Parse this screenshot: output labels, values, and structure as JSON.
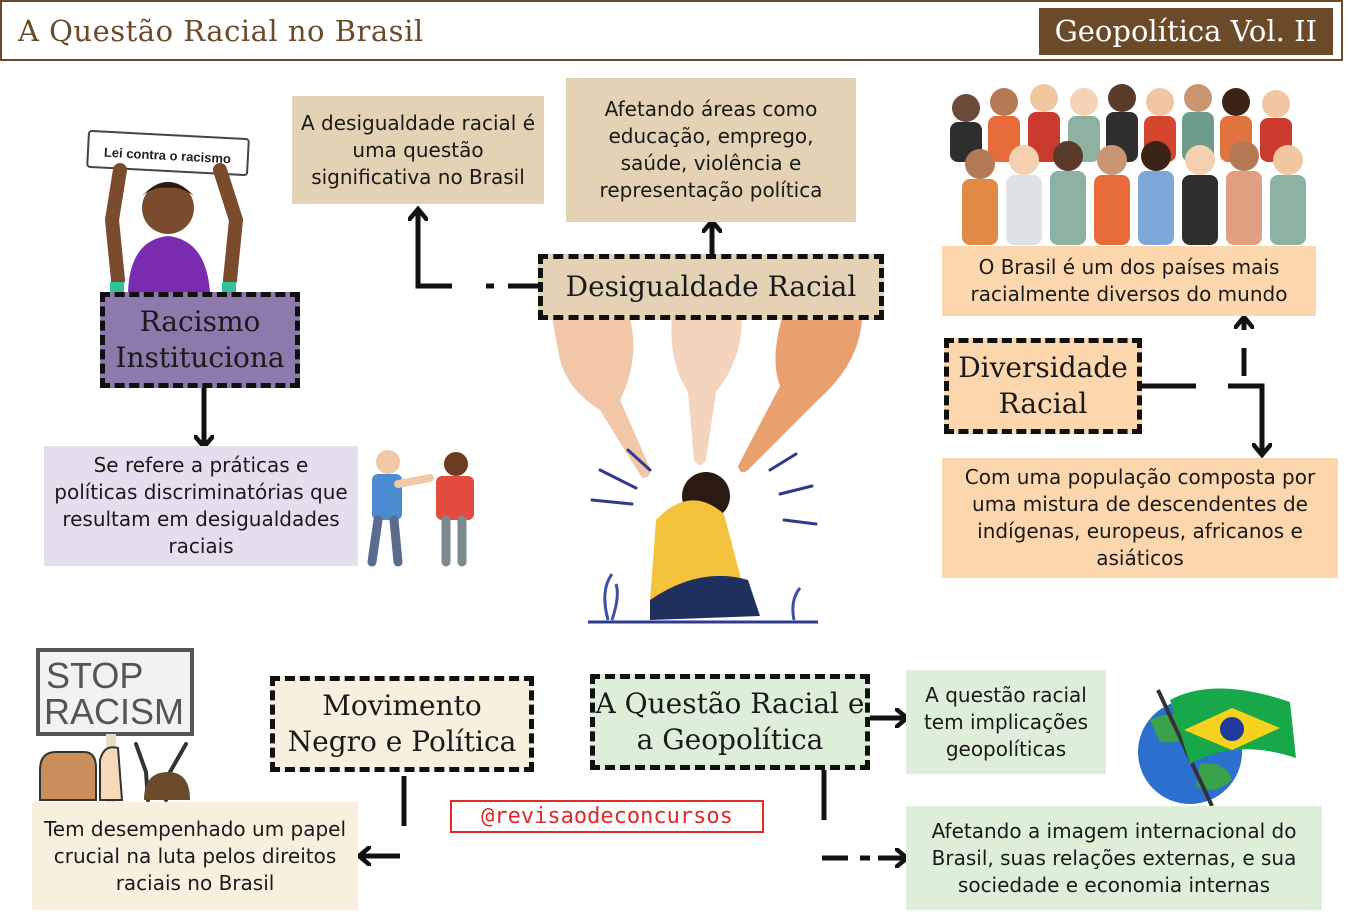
{
  "header": {
    "title": "A Questão Racial no Brasil",
    "volume": "Geopolítica Vol. II"
  },
  "desigualdade": {
    "hub": "Desigualdade Racial",
    "box_left": "A desigualdade racial é uma questão significativa no Brasil",
    "box_top": "Afetando áreas como educação, emprego, saúde, violência e representação política"
  },
  "racismo": {
    "hub": "Racismo Instituciona",
    "box": "Se refere a práticas e políticas discriminatórias que resultam em desigualdades raciais",
    "sign": "Lei contra o racismo"
  },
  "diversidade": {
    "hub": "Diversidade Racial",
    "box_top": "O Brasil é um dos países mais racialmente diversos do mundo",
    "box_bottom": "Com uma população composta por uma mistura de descendentes de indígenas, europeus, africanos e asiáticos"
  },
  "movimento": {
    "hub": "Movimento Negro e Política",
    "box": "Tem desempenhado um papel crucial na luta pelos direitos raciais no Brasil",
    "sign_line1": "STOP",
    "sign_line2": "RACISM"
  },
  "geopolitica": {
    "hub": "A Questão Racial e a Geopolítica",
    "box_top": "A questão racial tem implicações geopolíticas",
    "box_bottom": "Afetando a imagem internacional do Brasil, suas relações externas, e sua sociedade e economia internas"
  },
  "watermark": "@revisaodeconcursos",
  "colors": {
    "brown": "#6b4a2a",
    "tan": "#e3d2b4",
    "peach": "#fcd6ad",
    "lavender": "#e5deee",
    "purple": "#8e79ac",
    "cream": "#f7f0de",
    "mint": "#ddefd9",
    "red": "#e02a2a"
  }
}
